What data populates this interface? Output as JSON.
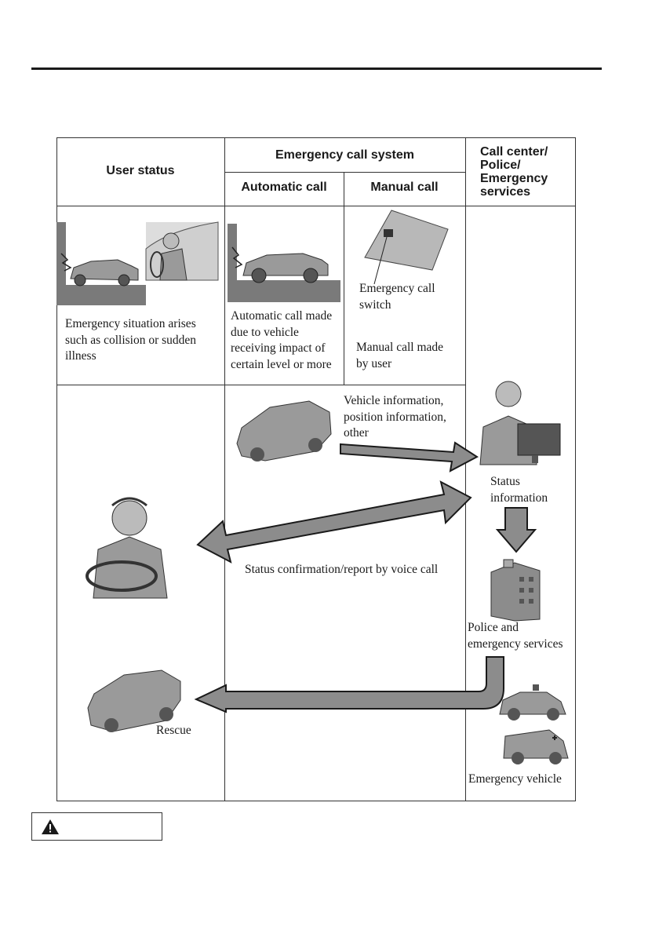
{
  "table": {
    "headers": {
      "user_status": "User status",
      "emergency_call_system": "Emergency call system",
      "automatic_call": "Automatic call",
      "manual_call": "Manual call",
      "call_center": "Call center/\nPolice/\nEmergency\nservices"
    },
    "row1": {
      "user_text": "Emergency situation arises\nsuch as collision or sudden\nillness",
      "auto_text": "Automatic call made\ndue to vehicle\nreceiving impact of\ncertain level or more",
      "switch_label": "Emergency call\nswitch",
      "manual_text": "Manual call made\nby user"
    },
    "row2": {
      "vehicle_info": "Vehicle information,\nposition information,\nother",
      "status_info": "Status\ninformation",
      "voice_call": "Status confirmation/report by voice call",
      "police": "Police and\nemergency services",
      "rescue": "Rescue",
      "emergency_vehicle": "Emergency vehicle"
    }
  },
  "colors": {
    "arrow_fill": "#8c8c8c",
    "arrow_stroke": "#1a1a1a",
    "wall": "#7a7a7a",
    "car": "#9a9a9a"
  },
  "warning": {
    "icon": "warning-triangle-icon"
  }
}
